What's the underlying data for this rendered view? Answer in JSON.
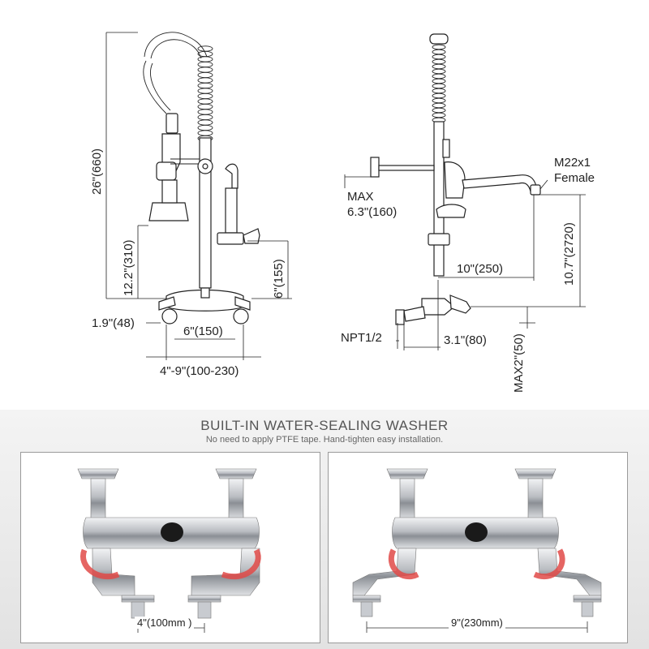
{
  "dimensions": {
    "total_height": "26\"(660)",
    "spray_height": "12.2\"(310)",
    "outlet_height": "6\"(155)",
    "inlet_offset": "1.9\"(48)",
    "center_spacing": "6\"(150)",
    "center_range": "4\"-9\"(100-230)",
    "max_extension_label": "MAX",
    "max_extension_value": "6.3\"(160)",
    "thread_label": "M22x1",
    "thread_type": "Female",
    "spout_reach": "10\"(250)",
    "spout_height": "10.7\"(2720)",
    "inlet_thread": "NPT1/2",
    "inlet_depth": "3.1\"(80)",
    "max_inlet": "MAX2\"(50)"
  },
  "feature": {
    "title": "BUILT-IN WATER-SEALING WASHER",
    "subtitle": "No need to apply PTFE tape. Hand-tighten easy installation."
  },
  "panels": [
    {
      "caption": "4\"(100mm )"
    },
    {
      "caption": "9\"(230mm)"
    }
  ],
  "colors": {
    "chrome": "#c9ccd0",
    "arrow": "#e04a48",
    "panel_border": "#9a9a9a",
    "headline": "#555555"
  }
}
